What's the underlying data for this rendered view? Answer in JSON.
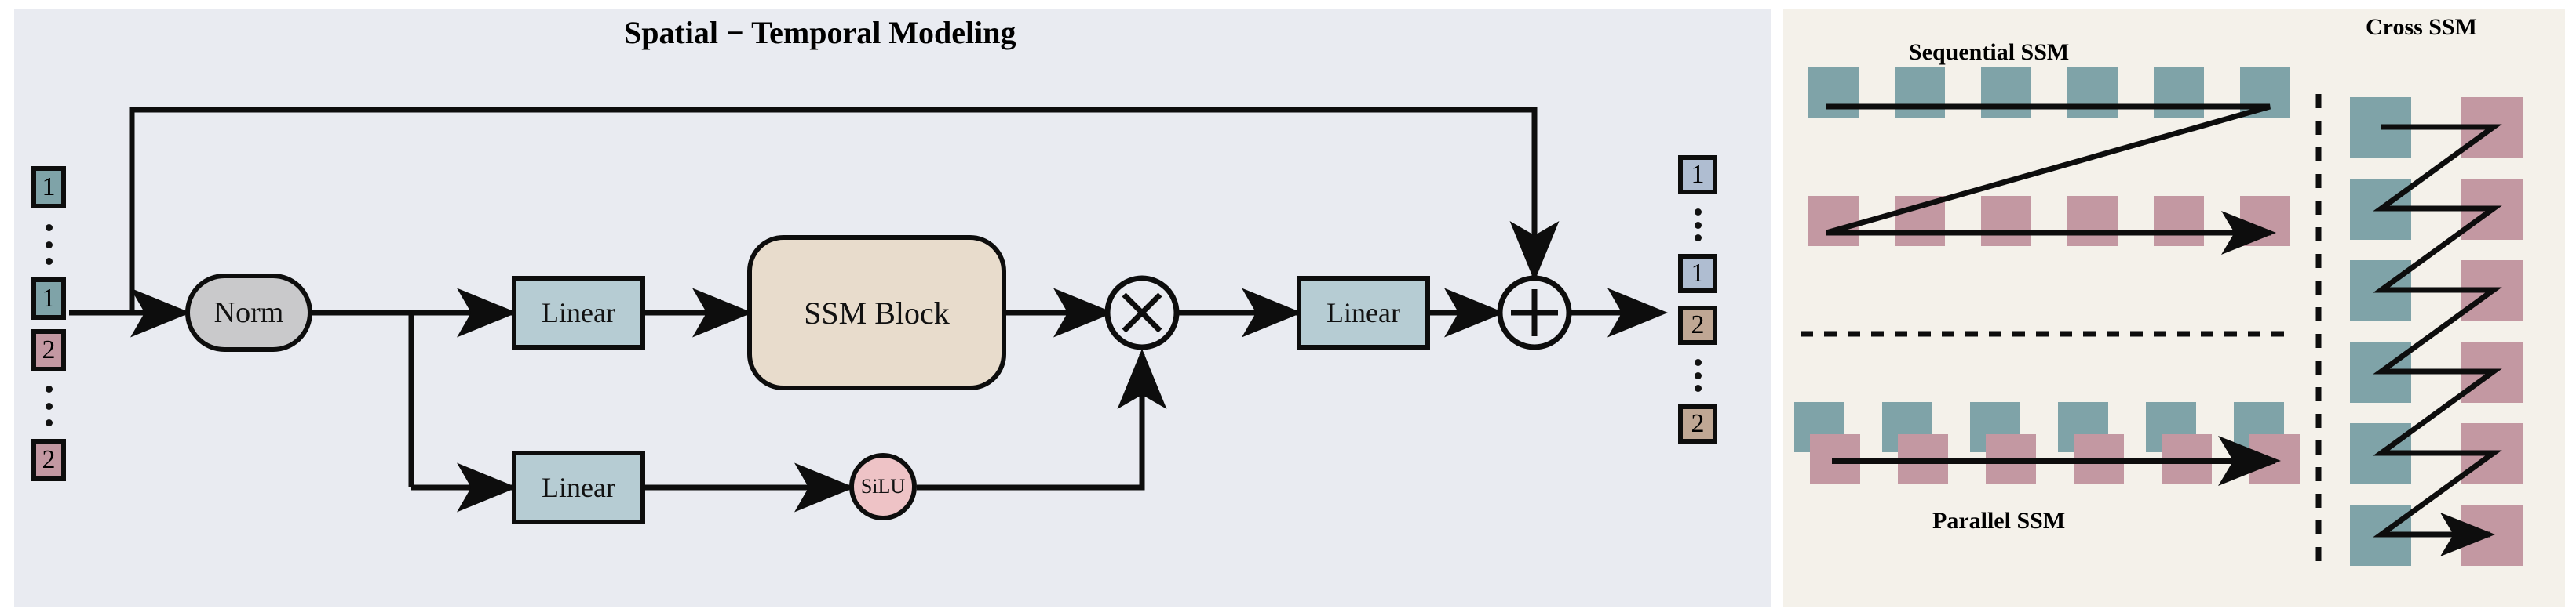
{
  "figure": {
    "background": "#ffffff",
    "left_panel_bg": "#e9ebf1",
    "right_panel_bg": "#f4f1ea"
  },
  "left_panel": {
    "title": "Spatial − Temporal Modeling",
    "input_tokens": [
      {
        "label": "1",
        "color": "#7fa3a8"
      },
      {
        "label": "dots",
        "color": ""
      },
      {
        "label": "1",
        "color": "#7fa3a8"
      },
      {
        "label": "2",
        "color": "#c398a2"
      },
      {
        "label": "dots",
        "color": ""
      },
      {
        "label": "2",
        "color": "#c398a2"
      }
    ],
    "output_tokens": [
      {
        "label": "1",
        "color": "#afbdd1"
      },
      {
        "label": "dots",
        "color": ""
      },
      {
        "label": "1",
        "color": "#afbdd1"
      },
      {
        "label": "2",
        "color": "#bfa794"
      },
      {
        "label": "dots",
        "color": ""
      },
      {
        "label": "2",
        "color": "#bfa794"
      }
    ],
    "blocks": {
      "norm": "Norm",
      "linear_top": "Linear",
      "ssm": "SSM Block",
      "linear_bottom": "Linear",
      "silu": "SiLU",
      "linear_out": "Linear"
    },
    "operators": {
      "multiply": "×",
      "add": "+"
    },
    "colors": {
      "norm_fill": "#c9c9cb",
      "linear_fill": "#b6ccd3",
      "ssm_fill": "#e8dccc",
      "silu_fill": "#eec3c6",
      "stroke": "#0d0d0d"
    }
  },
  "right_panel": {
    "sections": {
      "sequential": {
        "title": "Sequential SSM",
        "top_row_count": 6,
        "bottom_row_count": 6,
        "top_color": "#7fa3a8",
        "bottom_color": "#c398a2"
      },
      "parallel": {
        "title": "Parallel SSM",
        "top_row_count": 6,
        "bottom_row_count": 6,
        "top_color": "#7fa3a8",
        "bottom_color": "#c398a2"
      },
      "cross": {
        "title": "Cross SSM",
        "left_column_count": 6,
        "right_column_count": 6,
        "left_color": "#7fa3a8",
        "right_color": "#c398a2"
      }
    },
    "dividers": {
      "horizontal": "dashed",
      "vertical": "dashed"
    }
  }
}
